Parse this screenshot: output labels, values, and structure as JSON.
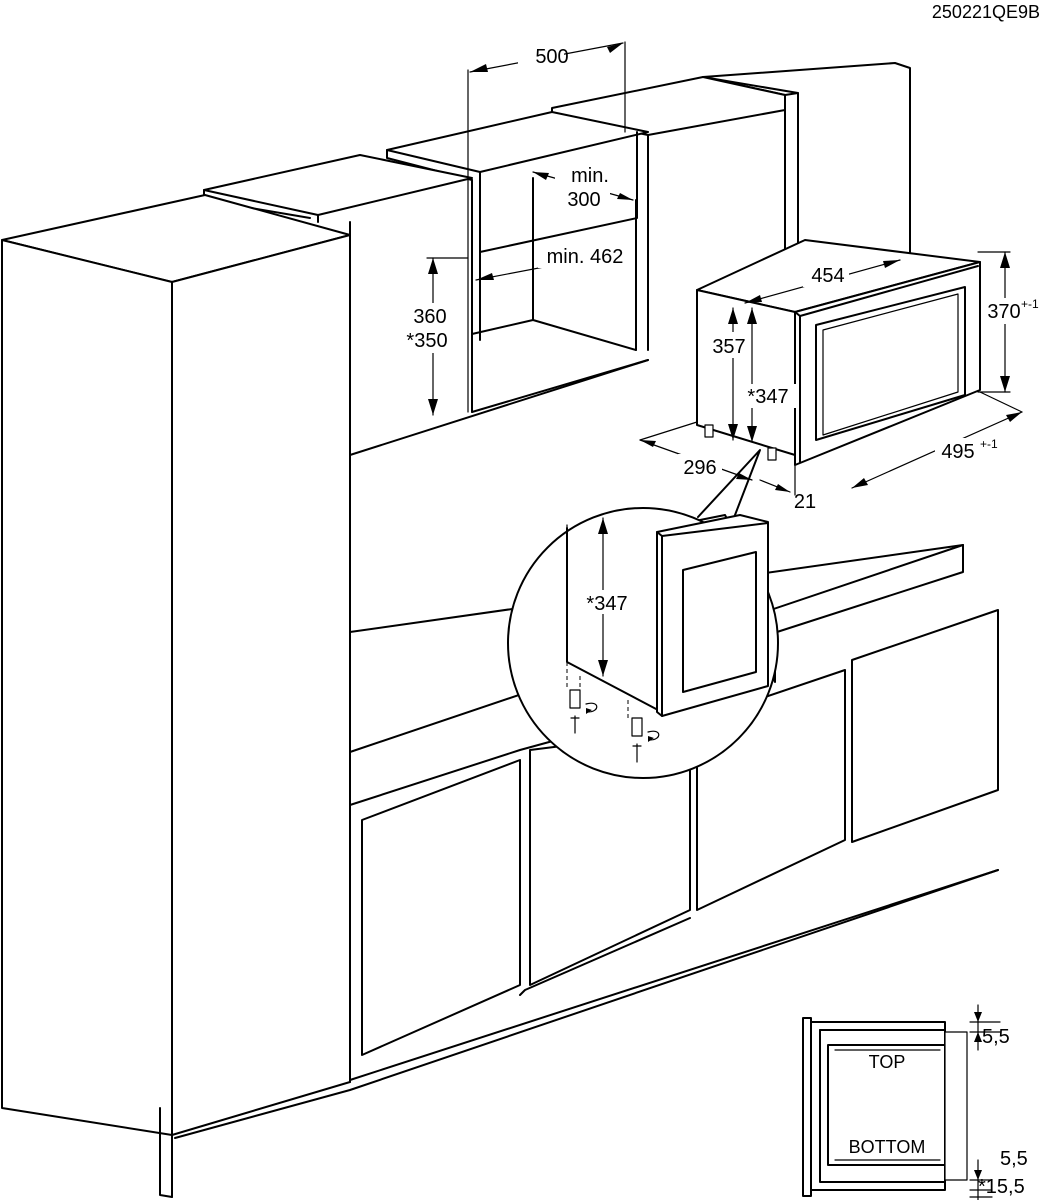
{
  "doc_code": "250221QE9B",
  "dims": {
    "w500": "500",
    "min300_a": "min.",
    "min300_b": "300",
    "min462": "min. 462",
    "h360": "360",
    "h350": "*350",
    "w454": "454",
    "h357": "357",
    "h347": "*347",
    "h370": "370",
    "h370_tol": "+-1",
    "d296": "296",
    "d495": "495",
    "d495_tol": "+-1",
    "d21": "21",
    "zoom_h347": "*347"
  },
  "frame_detail": {
    "top_label": "TOP",
    "bottom_label": "BOTTOM",
    "gap_top": "5,5",
    "gap_bottom": "5,5",
    "gap_bottom_alt": "*15,5"
  }
}
